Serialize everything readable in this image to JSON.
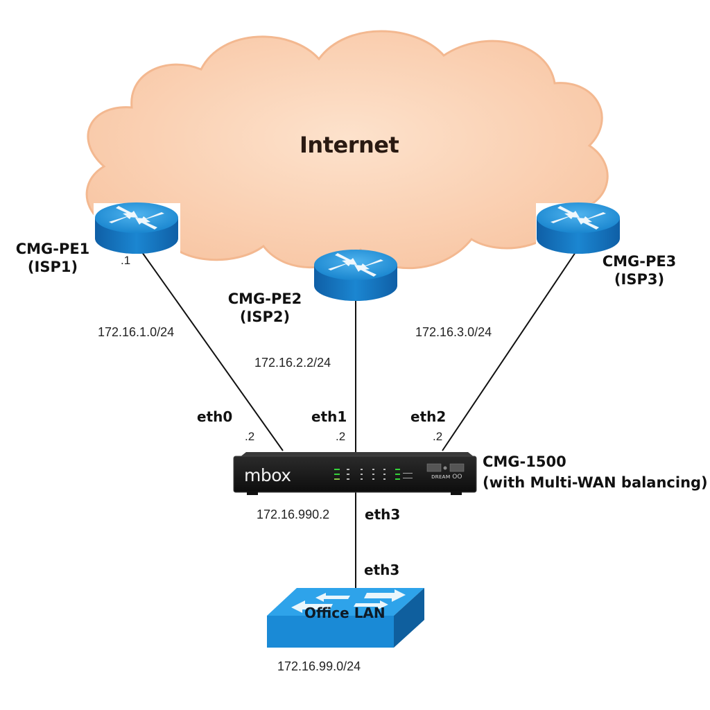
{
  "cloud": {
    "label": "Internet",
    "fill_color": "#f9c9a8"
  },
  "routers": [
    {
      "id": "pe1",
      "name": "CMG-PE1",
      "isp": "(ISP1)",
      "host_octet": ".1"
    },
    {
      "id": "pe2",
      "name": "CMG-PE2",
      "isp": "(ISP2)"
    },
    {
      "id": "pe3",
      "name": "CMG-PE3",
      "isp": "(ISP3)"
    }
  ],
  "links": [
    {
      "from": "pe1",
      "subnet": "172.16.1.0/24",
      "interface": "eth0",
      "host_octet": ".2"
    },
    {
      "from": "pe2",
      "subnet": "172.16.2.2/24",
      "interface": "eth1",
      "host_octet": ".2"
    },
    {
      "from": "pe3",
      "subnet": "172.16.3.0/24",
      "interface": "eth2",
      "host_octet": ".2"
    }
  ],
  "gateway": {
    "brand": "mbox",
    "model": "CMG-1500",
    "description": "(with Multi-WAN balancing)",
    "panel_text": "ᴅʀᴇᴀᴍ OO",
    "body_color": "#1c1c1c",
    "led_color": "#35d43a"
  },
  "lan_link": {
    "address": "172.16.990.2",
    "gateway_interface": "eth3",
    "switch_interface": "eth3"
  },
  "switch": {
    "label": "Office LAN",
    "subnet": "172.16.99.0/24",
    "color": "#1f8ed8"
  },
  "router_color": "#1a7fc8"
}
